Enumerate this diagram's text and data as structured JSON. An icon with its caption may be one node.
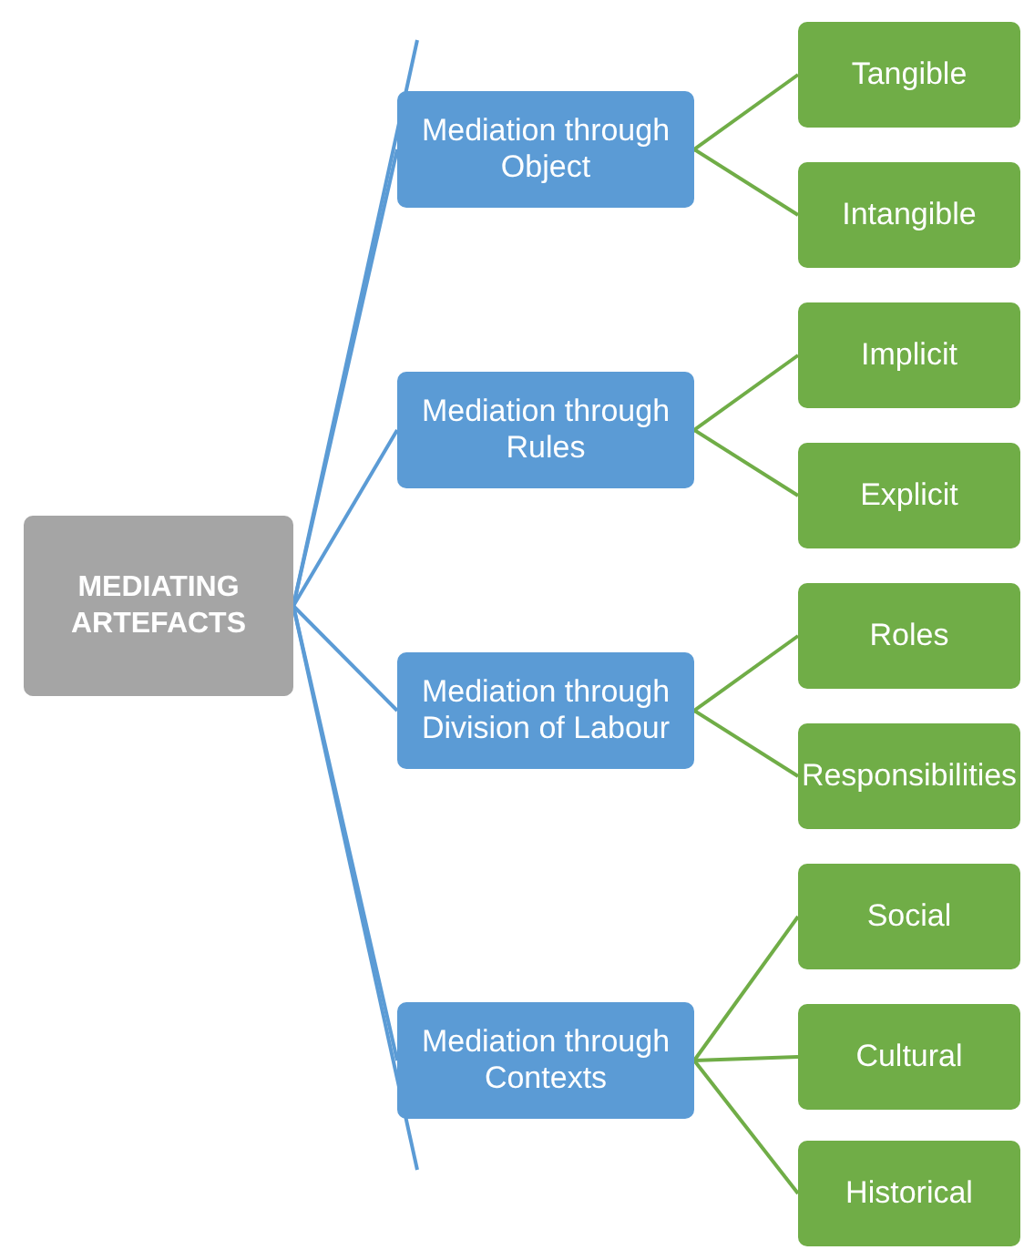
{
  "diagram": {
    "nodes": [
      {
        "text": [
          "MEDIATING ARTEFACTS"
        ]
      },
      {
        "text": [
          "Mediation through Object"
        ]
      },
      {
        "text": [
          "Tangible"
        ]
      },
      {
        "text": [
          "Intangible"
        ]
      },
      {
        "text": [
          "Mediation through Rules"
        ]
      },
      {
        "text": [
          "Implicit"
        ]
      },
      {
        "text": [
          "Explicit"
        ]
      },
      {
        "text": [
          "Mediation through Division of Labour"
        ]
      },
      {
        "text": [
          "Roles"
        ]
      },
      {
        "text": [
          "Responsibilities"
        ]
      },
      {
        "text": [
          "Mediation through Contexts"
        ]
      },
      {
        "text": [
          "Social"
        ]
      },
      {
        "text": [
          "Cultural"
        ]
      },
      {
        "text": [
          "Historical"
        ]
      }
    ],
    "edges": [
      {
        "from": 0,
        "to": 1,
        "arrow": "none",
        "color": "#5b9bd5"
      },
      {
        "from": 0,
        "to": 4,
        "arrow": "none",
        "color": "#5b9bd5"
      },
      {
        "from": 0,
        "to": 7,
        "arrow": "none",
        "color": "#5b9bd5"
      },
      {
        "from": 0,
        "to": 10,
        "arrow": "none",
        "color": "#5b9bd5"
      },
      {
        "from": 1,
        "to": 2,
        "arrow": "none"
      },
      {
        "from": 1,
        "to": 3,
        "arrow": "none"
      },
      {
        "from": 4,
        "to": 5,
        "arrow": "none"
      },
      {
        "from": 4,
        "to": 6,
        "arrow": "none"
      },
      {
        "from": 7,
        "to": 8,
        "arrow": "none"
      },
      {
        "from": 7,
        "to": 9,
        "arrow": "none"
      },
      {
        "from": 10,
        "to": 11,
        "arrow": "none"
      },
      {
        "from": 10,
        "to": 12,
        "arrow": "none"
      },
      {
        "from": 10,
        "to": 13,
        "arrow": "none"
      }
    ]
  }
}
